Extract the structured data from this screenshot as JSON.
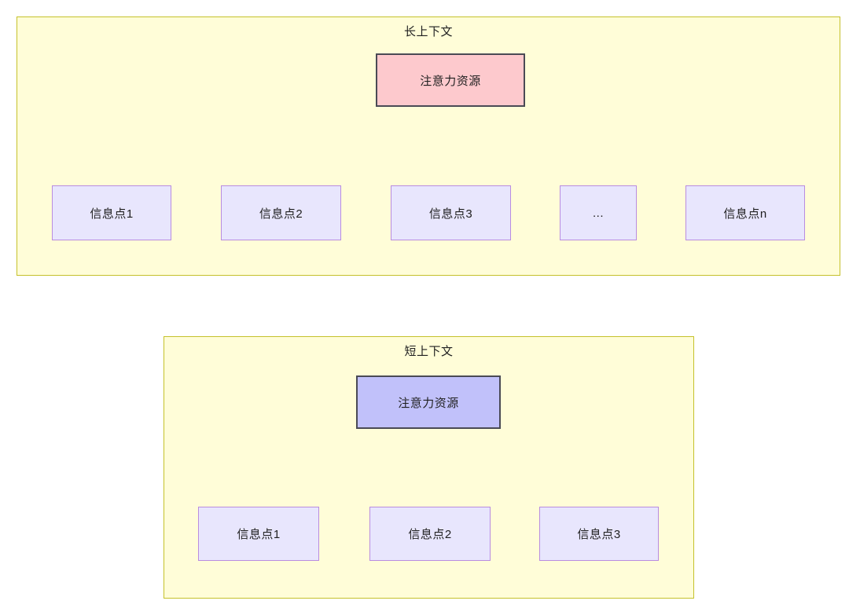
{
  "diagram": {
    "title_long": "长上下文",
    "title_short": "短上下文",
    "colors": {
      "group_fill": "#fffdd8",
      "group_border": "#c5c12b",
      "attention_long_fill": "#fdc9cd",
      "attention_short_fill": "#c1c1fa",
      "node_border_dark": "#4a4a55",
      "info_fill": "#e8e6fd",
      "info_border": "#b98ce0",
      "edge_stroke": "#333340",
      "text": "#1f1f1f"
    },
    "groups": [
      {
        "id": "long-context",
        "title": "长上下文",
        "root": {
          "label": "注意力资源"
        },
        "children": [
          {
            "label": "信息点1"
          },
          {
            "label": "信息点2"
          },
          {
            "label": "信息点3"
          },
          {
            "label": "..."
          },
          {
            "label": "信息点n"
          }
        ]
      },
      {
        "id": "short-context",
        "title": "短上下文",
        "root": {
          "label": "注意力资源"
        },
        "children": [
          {
            "label": "信息点1"
          },
          {
            "label": "信息点2"
          },
          {
            "label": "信息点3"
          }
        ]
      }
    ]
  }
}
